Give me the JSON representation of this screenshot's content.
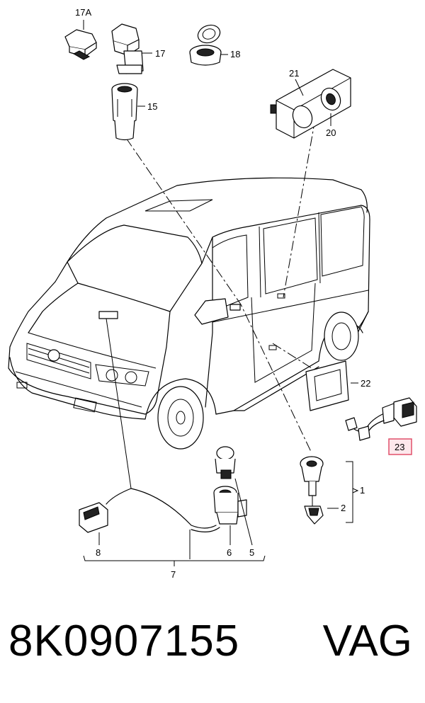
{
  "diagram": {
    "callouts": {
      "c1": "1",
      "c2": "2",
      "c5": "5",
      "c6": "6",
      "c7": "7",
      "c8": "8",
      "c15": "15",
      "c17": "17",
      "c17a": "17A",
      "c18": "18",
      "c20": "20",
      "c21": "21",
      "c22": "22",
      "c23": "23"
    },
    "highlight_color": "#e0506b",
    "highlighted_callout": "23"
  },
  "footer": {
    "part_number": "8K0907155",
    "brand": "VAG"
  }
}
